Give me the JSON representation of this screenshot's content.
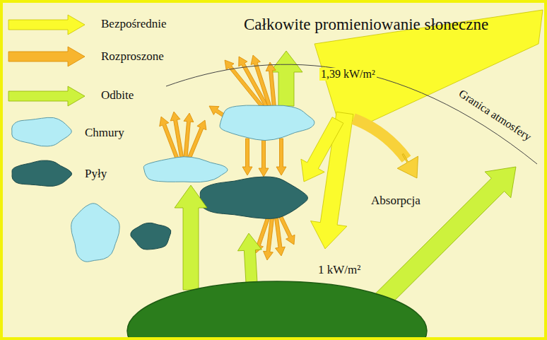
{
  "diagram": {
    "title": "Całkowite promieniowanie słoneczne",
    "labels": [
      "1,39 kW/m²",
      "Granica atmosfery",
      "Absorpcja",
      "1 kW/m²"
    ],
    "legend": [
      {
        "text": "Bezpośrednie"
      },
      {
        "text": "Rozproszone"
      },
      {
        "text": "Odbite"
      },
      {
        "text": "Chmury"
      },
      {
        "text": "Pyły"
      }
    ]
  }
}
